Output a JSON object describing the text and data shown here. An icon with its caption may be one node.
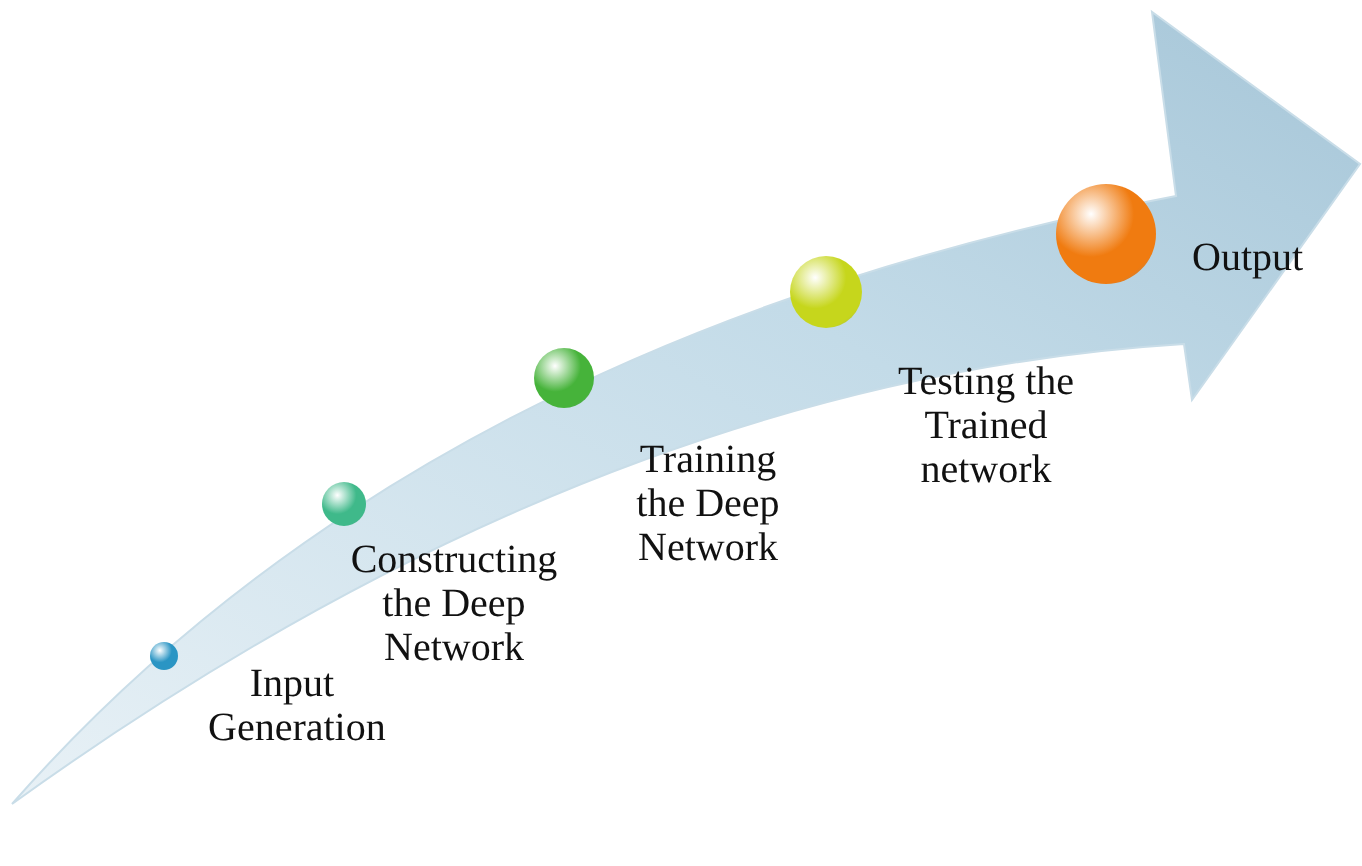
{
  "diagram": {
    "nodes": [
      {
        "text": [
          "Input Generation"
        ]
      },
      {
        "text": [
          "Constructing the Deep Network"
        ]
      },
      {
        "text": [
          "Training the Deep Network"
        ]
      },
      {
        "text": [
          "Testing the Trained network"
        ]
      },
      {
        "text": [
          "Output"
        ]
      }
    ]
  }
}
